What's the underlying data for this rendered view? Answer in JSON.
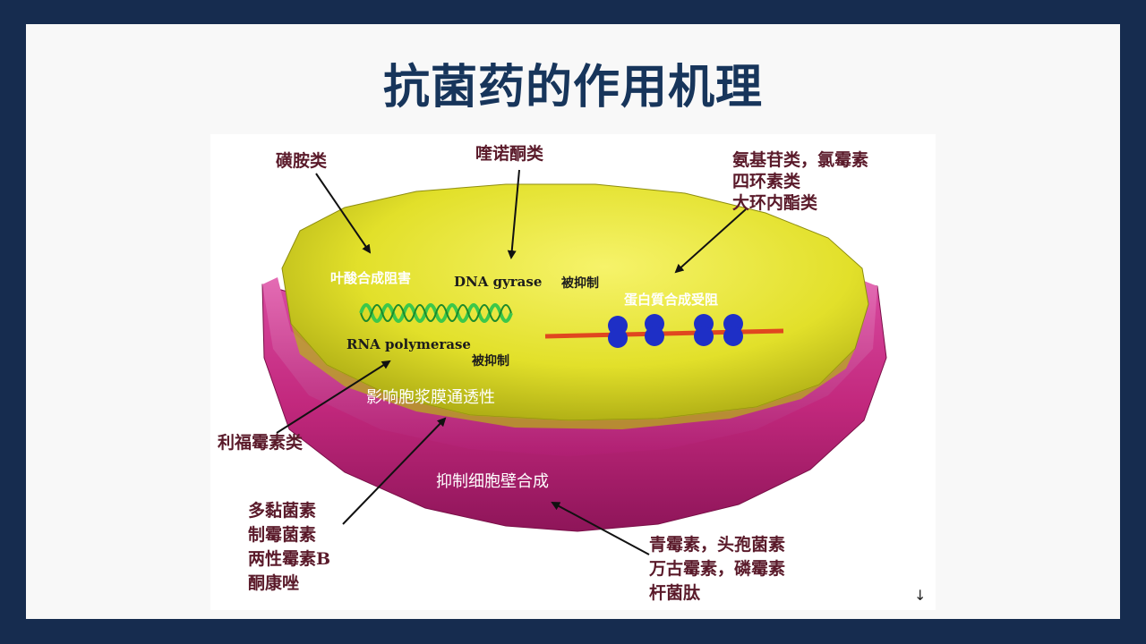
{
  "slide": {
    "title": "抗菌药的作用机理"
  },
  "diagram": {
    "outer_labels": {
      "sulfonamides": "磺胺类",
      "quinolones": "喹诺酮类",
      "aminoglycosides": [
        "氨基苷类，氯霉素",
        "四环素类",
        "大环内酯类"
      ],
      "rifampicin": "利福霉素类",
      "polymyxins": [
        "多黏菌素",
        "制霉菌素",
        "两性霉素B",
        "酮康唑"
      ],
      "penicillins": [
        "青霉素，头孢菌素",
        "万古霉素，磷霉素",
        "杆菌肽"
      ]
    },
    "inner_labels": {
      "folate": "叶酸合成阻害",
      "dna_gyrase": "DNA gyrase",
      "dna_inhibited": "被抑制",
      "protein": "蛋白質合成受阻",
      "rna_polymerase": "RNA polymerase",
      "rna_inhibited": "被抑制",
      "membrane": "影响胞浆膜通透性",
      "cell_wall": "抑制细胞壁合成"
    },
    "colors": {
      "cell_wall": "#c2287d",
      "cytoplasm": "#e4e32a",
      "dna_helix": "#3cc84a",
      "ribosome": "#1e2fc6",
      "mrna": "#e0471f",
      "label_text": "#5a1a2a"
    }
  }
}
